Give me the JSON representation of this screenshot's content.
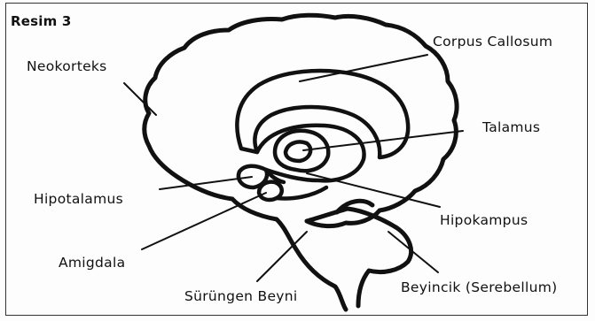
{
  "figure": {
    "caption": "Resim 3"
  },
  "labels": {
    "neokorteks": "Neokorteks",
    "corpus_callosum": "Corpus Callosum",
    "talamus": "Talamus",
    "hipotalamus": "Hipotalamus",
    "hipokampus": "Hipokampus",
    "amigdala": "Amigdala",
    "surungen_beyni": "Sürüngen Beyni",
    "beyincik": "Beyincik (Serebellum)"
  }
}
